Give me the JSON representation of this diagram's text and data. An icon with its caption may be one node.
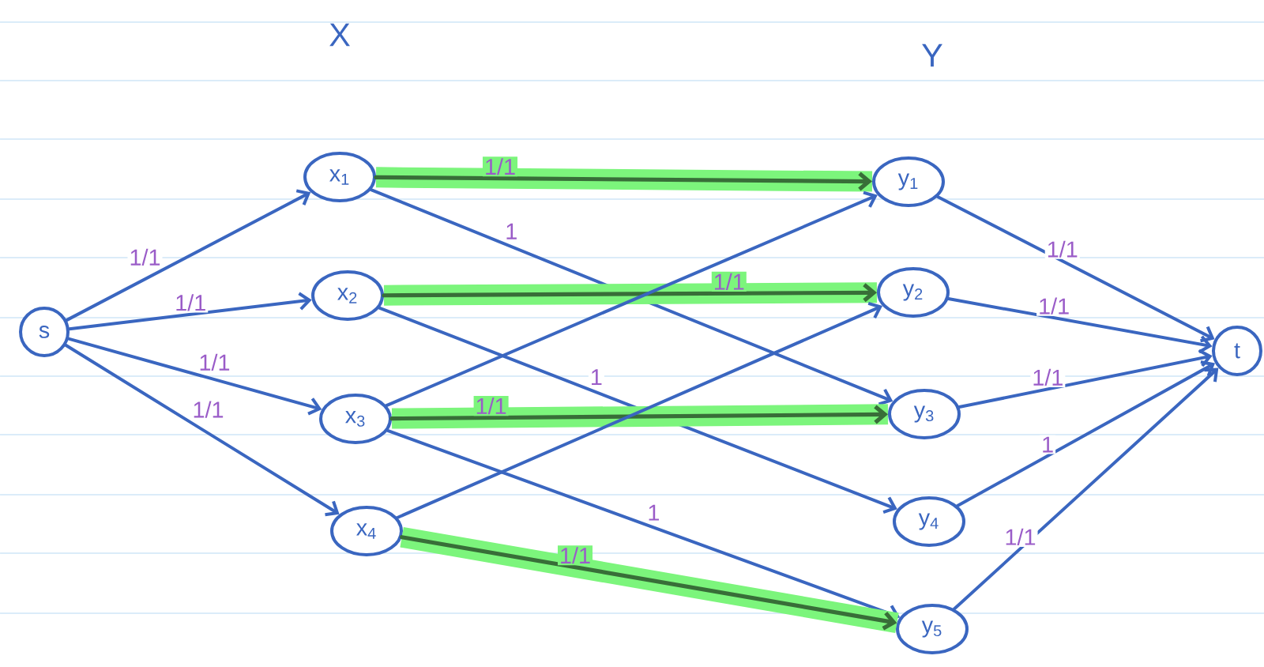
{
  "diagram": {
    "nodes": [
      {
        "text": [
          "s"
        ]
      },
      {
        "text": [
          "x$_{1}$"
        ]
      },
      {
        "text": [
          "x$_{2}$"
        ]
      },
      {
        "text": [
          "x$_{3}$"
        ]
      },
      {
        "text": [
          "x$_{4}$"
        ]
      },
      {
        "text": [
          "y$_{1}$"
        ]
      },
      {
        "text": [
          "y$_{2}$"
        ]
      },
      {
        "text": [
          "y$_{3}$"
        ]
      },
      {
        "text": [
          "y$_{4}$"
        ]
      },
      {
        "text": [
          "y$_{5}$"
        ]
      },
      {
        "text": [
          "t"
        ]
      }
    ],
    "edges": [
      {
        "from": 0,
        "to": 1,
        "arrow": "to",
        "label": "1/1"
      },
      {
        "from": 0,
        "to": 2,
        "arrow": "to",
        "label": "1/1"
      },
      {
        "from": 0,
        "to": 3,
        "arrow": "to",
        "label": "1/1"
      },
      {
        "from": 0,
        "to": 4,
        "arrow": "to",
        "label": "1/1"
      },
      {
        "from": 1,
        "to": 5,
        "arrow": "to",
        "label": "1/1",
        "style": "thick",
        "color": "#7cf57c"
      },
      {
        "from": 1,
        "to": 7,
        "arrow": "to",
        "label": "1"
      },
      {
        "from": 2,
        "to": 6,
        "arrow": "to",
        "label": "1/1",
        "style": "thick",
        "color": "#7cf57c"
      },
      {
        "from": 2,
        "to": 8,
        "arrow": "to",
        "label": "1"
      },
      {
        "from": 3,
        "to": 5,
        "arrow": "to"
      },
      {
        "from": 3,
        "to": 7,
        "arrow": "to",
        "label": "1/1",
        "style": "thick",
        "color": "#7cf57c"
      },
      {
        "from": 3,
        "to": 9,
        "arrow": "to",
        "label": "1"
      },
      {
        "from": 4,
        "to": 6,
        "arrow": "to"
      },
      {
        "from": 4,
        "to": 9,
        "arrow": "to",
        "label": "1/1",
        "style": "thick",
        "color": "#7cf57c"
      },
      {
        "from": 5,
        "to": 10,
        "arrow": "to",
        "label": "1/1"
      },
      {
        "from": 6,
        "to": 10,
        "arrow": "to",
        "label": "1/1"
      },
      {
        "from": 7,
        "to": 10,
        "arrow": "to",
        "label": "1/1"
      },
      {
        "from": 8,
        "to": 10,
        "arrow": "to",
        "label": "1"
      },
      {
        "from": 9,
        "to": 10,
        "arrow": "to",
        "label": "1/1"
      }
    ],
    "labels": [
      "X",
      "Y"
    ]
  }
}
